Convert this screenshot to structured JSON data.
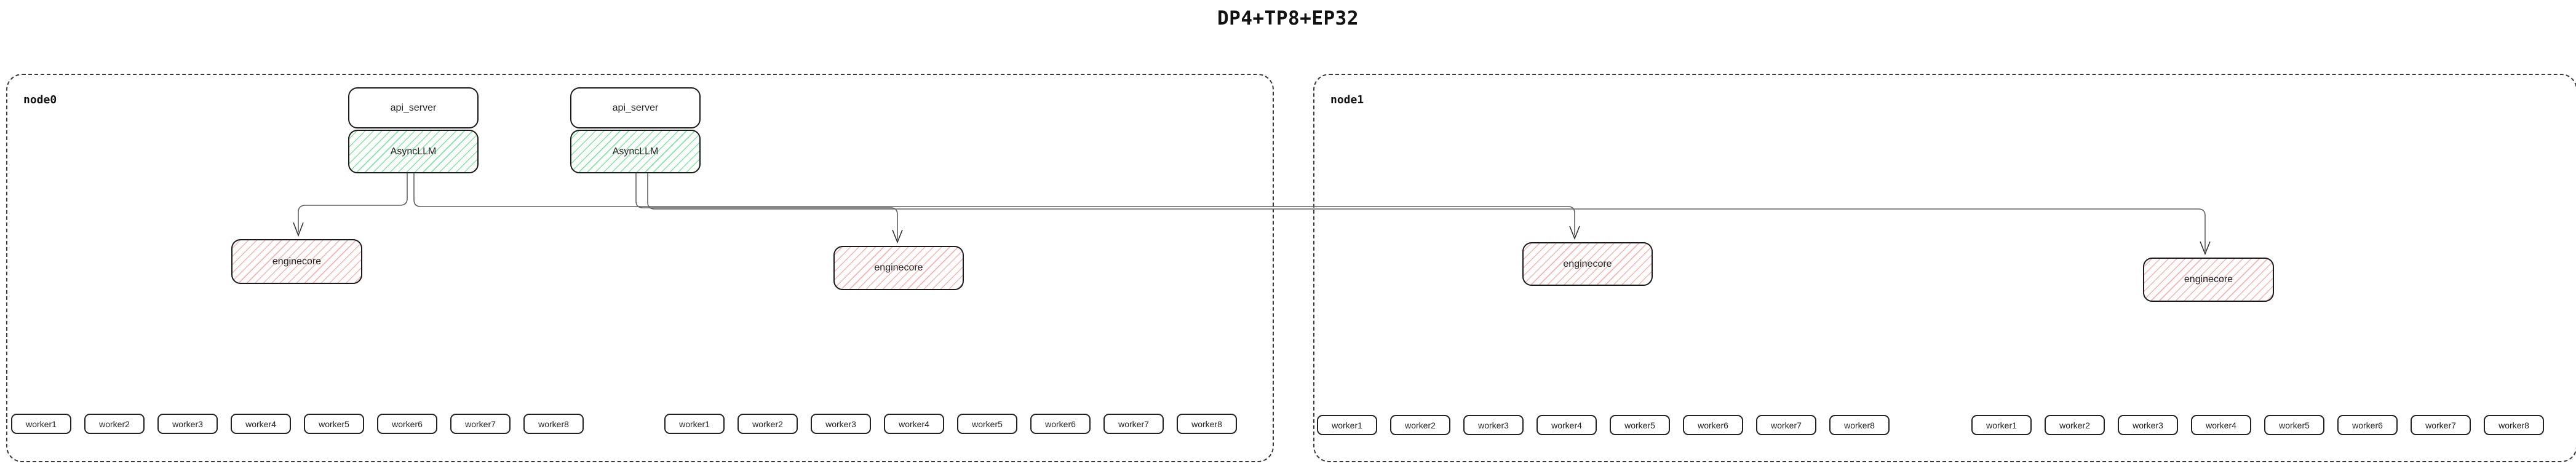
{
  "title": "DP4+TP8+EP32",
  "colors": {
    "async_llm_hatch": "#86e2a9",
    "enginecore_hatch": "#f2b6b2",
    "box_border": "#1a1a1a",
    "node_border": "#3a3a3a",
    "edge_line": "#606060"
  },
  "nodes": [
    {
      "label": "node0",
      "api_stacks": [
        {
          "api_server": "api_server",
          "async_llm": "AsyncLLM"
        },
        {
          "api_server": "api_server",
          "async_llm": "AsyncLLM"
        }
      ],
      "enginecores": [
        "enginecore",
        "enginecore"
      ],
      "worker_groups": [
        [
          "worker1",
          "worker2",
          "worker3",
          "worker4",
          "worker5",
          "worker6",
          "worker7",
          "worker8"
        ],
        [
          "worker1",
          "worker2",
          "worker3",
          "worker4",
          "worker5",
          "worker6",
          "worker7",
          "worker8"
        ]
      ]
    },
    {
      "label": "node1",
      "api_stacks": [],
      "enginecores": [
        "enginecore",
        "enginecore"
      ],
      "worker_groups": [
        [
          "worker1",
          "worker2",
          "worker3",
          "worker4",
          "worker5",
          "worker6",
          "worker7",
          "worker8"
        ],
        [
          "worker1",
          "worker2",
          "worker3",
          "worker4",
          "worker5",
          "worker6",
          "worker7",
          "worker8"
        ]
      ]
    }
  ],
  "edges": [
    {
      "from": "node0.async_llm.0",
      "to": "node0.enginecore.0"
    },
    {
      "from": "node0.async_llm.0",
      "to": "node1.enginecore.0"
    },
    {
      "from": "node0.async_llm.1",
      "to": "node0.enginecore.1"
    },
    {
      "from": "node0.async_llm.1",
      "to": "node1.enginecore.1"
    }
  ]
}
